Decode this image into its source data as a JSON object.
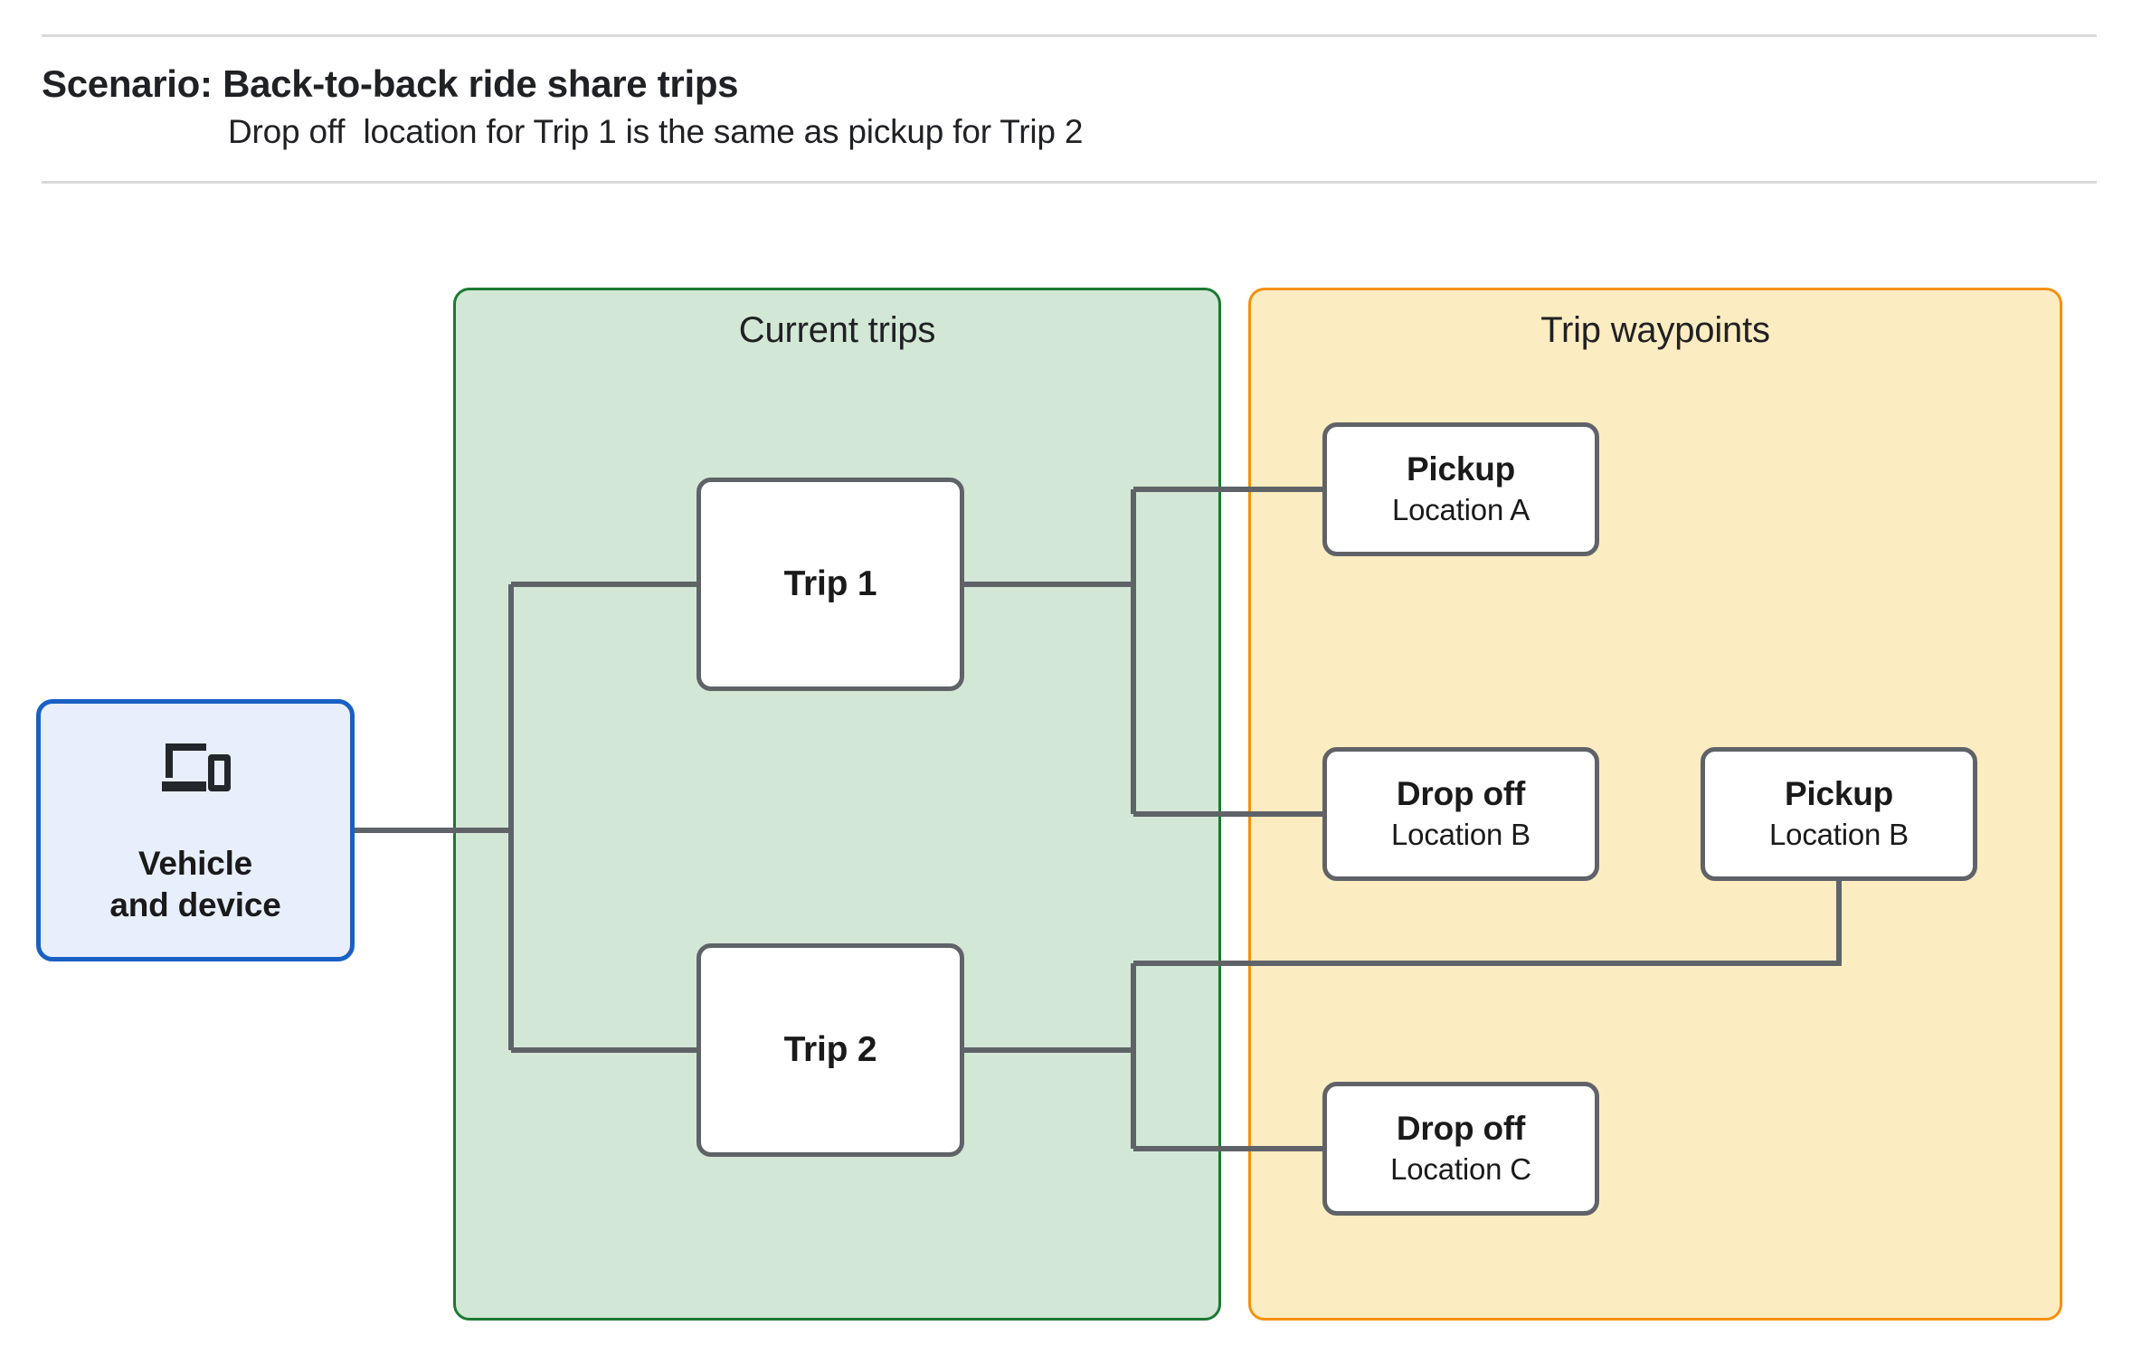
{
  "header": {
    "title": "Scenario: Back-to-back ride share trips",
    "subtitle": "Drop off  location for Trip 1 is the same as pickup for Trip 2"
  },
  "groups": {
    "current_trips": {
      "title": "Current trips",
      "fill": "#d3e7d6",
      "border": "#1b7a33"
    },
    "trip_waypoints": {
      "title": "Trip waypoints",
      "fill": "#fcecc1",
      "border": "#f5900c"
    }
  },
  "vehicle": {
    "label": "Vehicle\nand device",
    "icon": "devices-icon",
    "fill": "#e8eefb",
    "border": "#1a5fc4"
  },
  "trips": [
    {
      "label": "Trip 1"
    },
    {
      "label": "Trip 2"
    }
  ],
  "waypoints": [
    {
      "id": "pickup-a",
      "title": "Pickup",
      "sub": "Location A"
    },
    {
      "id": "dropoff-b",
      "title": "Drop off",
      "sub": "Location B"
    },
    {
      "id": "pickup-b",
      "title": "Pickup",
      "sub": "Location B"
    },
    {
      "id": "dropoff-c",
      "title": "Drop off",
      "sub": "Location C"
    }
  ],
  "colors": {
    "connector": "#5f6368",
    "node_border": "#5f6368",
    "node_fill": "#ffffff",
    "rule": "#d9d9d9",
    "text": "#202124"
  }
}
